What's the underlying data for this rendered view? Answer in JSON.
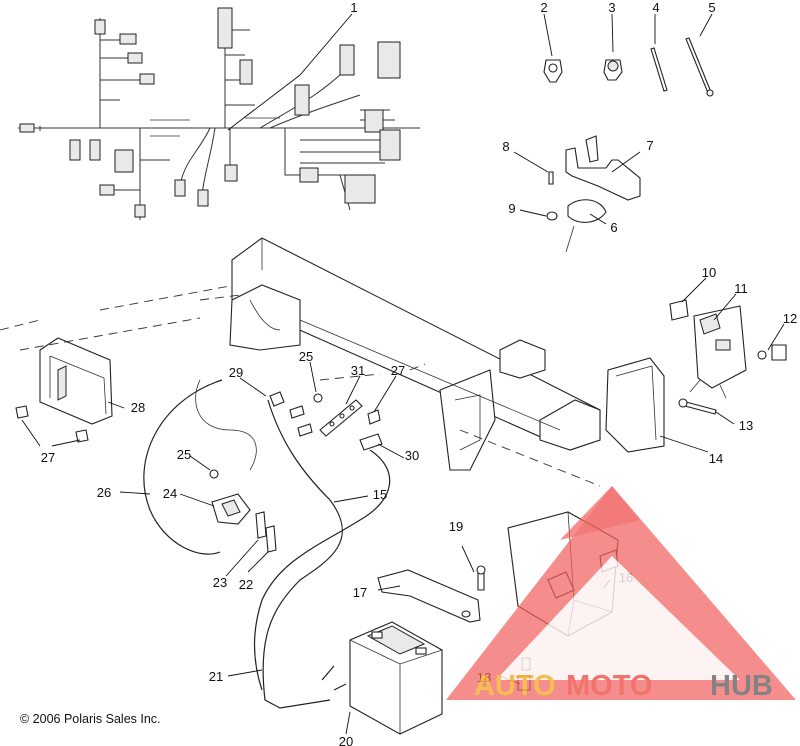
{
  "callouts": {
    "c1": "1",
    "c2": "2",
    "c3": "3",
    "c4": "4",
    "c5": "5",
    "c6": "6",
    "c7": "7",
    "c8": "8",
    "c9": "9",
    "c10": "10",
    "c11": "11",
    "c12": "12",
    "c13": "13",
    "c14": "14",
    "c15": "15",
    "c16": "16",
    "c17": "17",
    "c18": "18",
    "c19": "19",
    "c20": "20",
    "c21": "21",
    "c22": "22",
    "c23": "23",
    "c24": "24",
    "c25a": "25",
    "c25b": "25",
    "c26": "26",
    "c27a": "27",
    "c27b": "27",
    "c28": "28",
    "c29": "29",
    "c30": "30",
    "c31": "31"
  },
  "copyright": "© 2006 Polaris Sales Inc.",
  "watermark": {
    "brand_part1": "AUTO",
    "brand_part2": "MOTO",
    "brand_part3": "HUB",
    "colors": {
      "triangle": "#f0625f",
      "auto": "#f5b335",
      "moto": "#ef5b52",
      "hub": "#6e6e6e"
    }
  }
}
